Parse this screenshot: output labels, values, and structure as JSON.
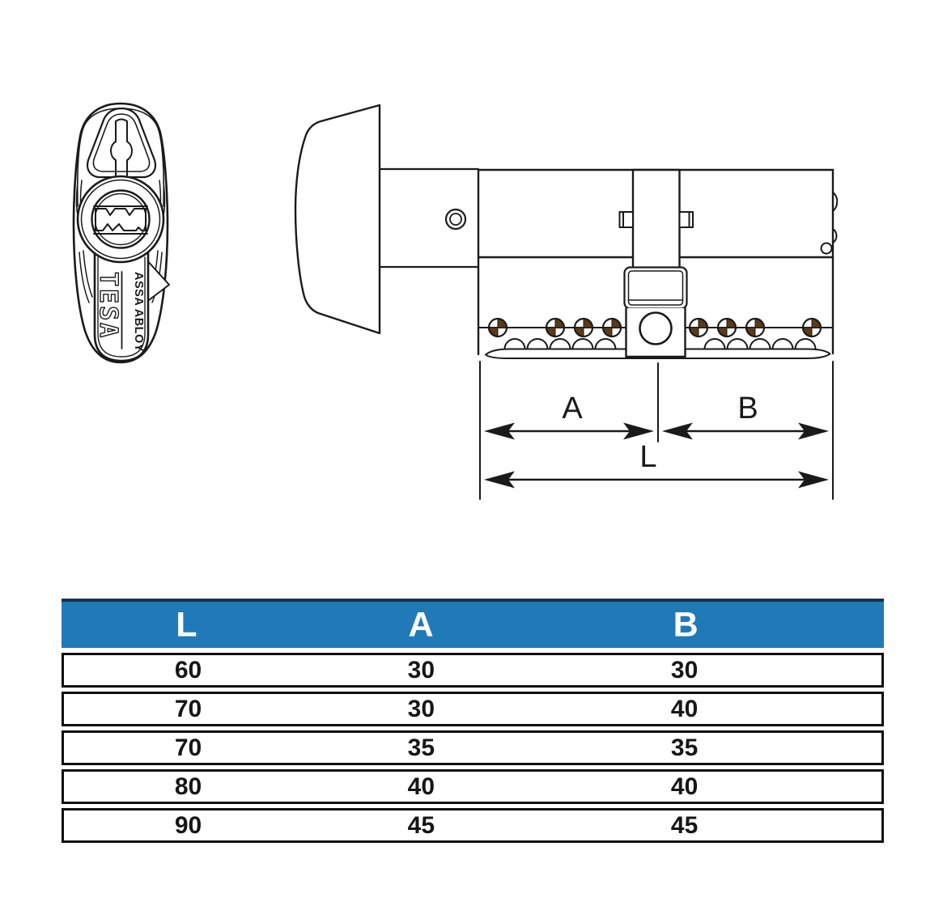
{
  "diagram": {
    "front_view": {
      "brand_primary": "TESA",
      "brand_secondary": "ASSA ABLOY"
    },
    "dimensions": {
      "a": "A",
      "b": "B",
      "l": "L"
    },
    "colors": {
      "line": "#1A1A1A",
      "pin": "#5B3A16"
    }
  },
  "table": {
    "headers": [
      "L",
      "A",
      "B"
    ],
    "rows": [
      [
        "60",
        "30",
        "30"
      ],
      [
        "70",
        "30",
        "40"
      ],
      [
        "70",
        "35",
        "35"
      ],
      [
        "80",
        "40",
        "40"
      ],
      [
        "90",
        "45",
        "45"
      ]
    ],
    "header_bg": "#217AB8",
    "header_text_color": "#FFFFFF"
  }
}
